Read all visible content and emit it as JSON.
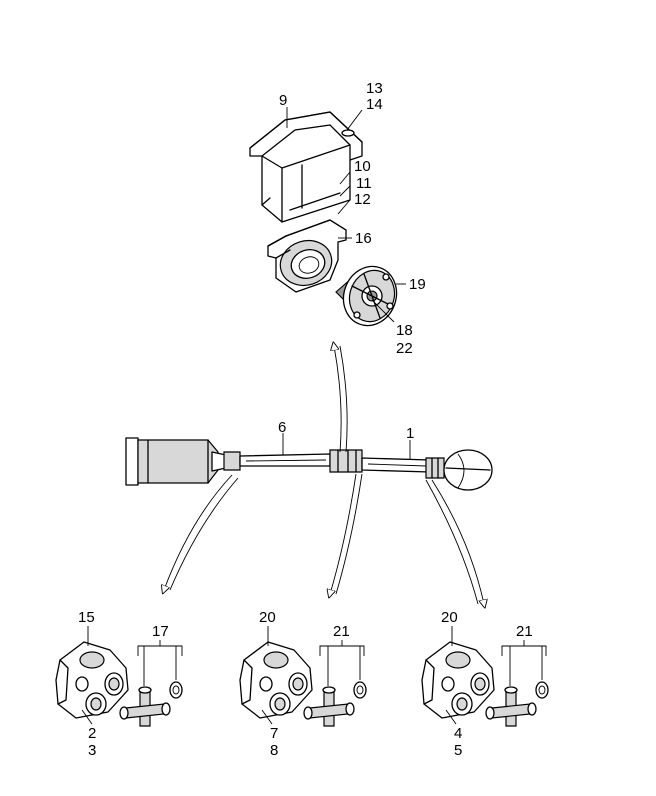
{
  "labels": {
    "p1": "1",
    "p2": "2",
    "p3": "3",
    "p4": "4",
    "p5": "5",
    "p6": "6",
    "p7": "7",
    "p8": "8",
    "p9": "9",
    "p10": "10",
    "p11": "11",
    "p12": "12",
    "p13": "13",
    "p14": "14",
    "p15": "15",
    "p16": "16",
    "p17": "17",
    "p18": "18",
    "p19": "19",
    "p20a": "20",
    "p20b": "20",
    "p21a": "21",
    "p21b": "21",
    "p22": "22"
  }
}
